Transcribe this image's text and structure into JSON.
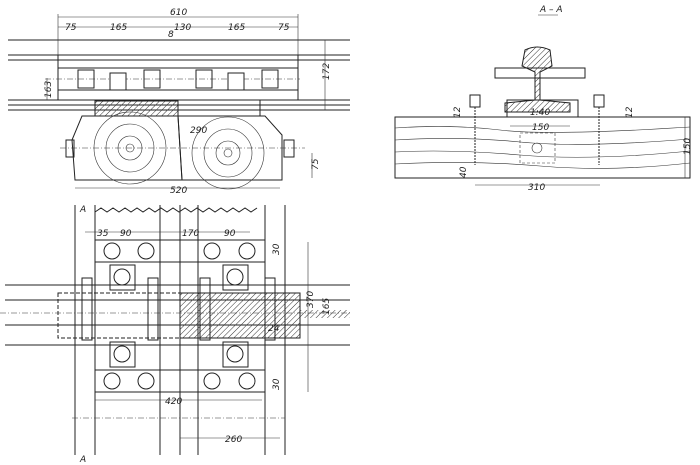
{
  "side_view": {
    "dims": {
      "overall": "610",
      "end_left": "75",
      "span_left": "165",
      "center": "130",
      "gap": "8",
      "span_right": "165",
      "end_right": "75",
      "height": "172",
      "rail_offset": "163",
      "log_dia": "290",
      "bolt_height": "75",
      "base_width": "520"
    }
  },
  "section_view": {
    "title": "A – A",
    "dims": {
      "plate_rise_left": "12",
      "cant": "1:40",
      "plate_width": "150",
      "plate_rise_right": "12",
      "sleeper_depth": "150",
      "screw_embed": "40",
      "screw_spacing": "310"
    }
  },
  "plan_view": {
    "section_mark_top": "A",
    "section_mark_bottom": "A",
    "dims": {
      "edge": "35",
      "pitch_left": "90",
      "middle": "170",
      "pitch_right": "90",
      "margin_top": "30",
      "overall_height": "370",
      "web": "165",
      "bolt": "24",
      "margin_bottom": "30",
      "plate_length": "420",
      "offset": "260"
    }
  }
}
